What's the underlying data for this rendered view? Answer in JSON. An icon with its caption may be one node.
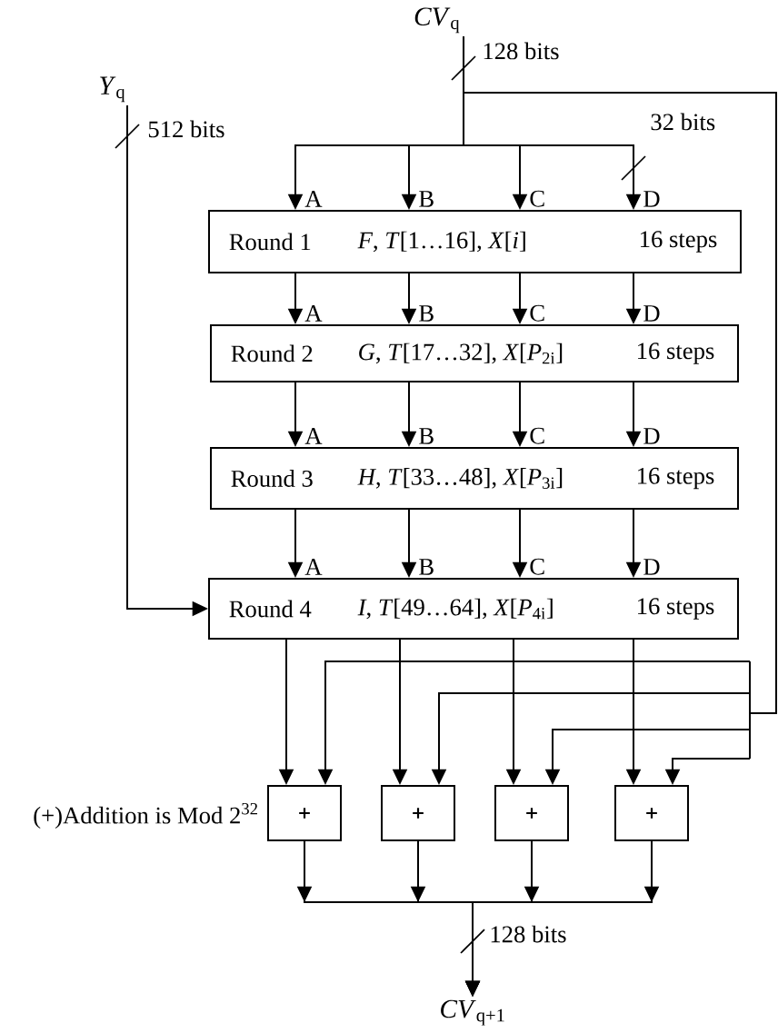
{
  "diagram": {
    "nodes": [
      {
        "text": [
          "*CV*$_{q}$"
        ]
      },
      {
        "text": [
          "*Y*$_{q}$"
        ]
      },
      {
        "text": [
          "Round 1",
          "*F*, *T*[1…16], *X*[*i*]",
          "16 steps"
        ]
      },
      {
        "text": [
          "Round 2",
          "*G*, *T*[17…32], *X*[*P*$_{2i}$]",
          "16 steps"
        ]
      },
      {
        "text": [
          "Round 3",
          "*H*, *T*[33…48], *X*[*P*$_{3i}$]",
          "16 steps"
        ]
      },
      {
        "text": [
          "Round 4",
          "*I*, *T*[49…64], *X*[*P*$_{4i}$]",
          "16 steps"
        ]
      },
      {
        "text": [
          "+"
        ]
      },
      {
        "text": [
          "+"
        ]
      },
      {
        "text": [
          "+"
        ]
      },
      {
        "text": [
          "+"
        ]
      },
      {
        "text": [
          "*CV*$_{q+1}$"
        ]
      }
    ],
    "edges": [
      {
        "from": 0,
        "to": 2,
        "arrow": "to",
        "label": "A"
      },
      {
        "from": 0,
        "to": 2,
        "arrow": "to",
        "label": "B"
      },
      {
        "from": 0,
        "to": 2,
        "arrow": "to",
        "label": "C"
      },
      {
        "from": 0,
        "to": 2,
        "arrow": "to",
        "label": "D"
      },
      {
        "from": 2,
        "to": 3,
        "arrow": "to",
        "label": "A"
      },
      {
        "from": 2,
        "to": 3,
        "arrow": "to",
        "label": "B"
      },
      {
        "from": 2,
        "to": 3,
        "arrow": "to",
        "label": "C"
      },
      {
        "from": 2,
        "to": 3,
        "arrow": "to",
        "label": "D"
      },
      {
        "from": 3,
        "to": 4,
        "arrow": "to",
        "label": "A"
      },
      {
        "from": 3,
        "to": 4,
        "arrow": "to",
        "label": "B"
      },
      {
        "from": 3,
        "to": 4,
        "arrow": "to",
        "label": "C"
      },
      {
        "from": 3,
        "to": 4,
        "arrow": "to",
        "label": "D"
      },
      {
        "from": 4,
        "to": 5,
        "arrow": "to",
        "label": "A"
      },
      {
        "from": 4,
        "to": 5,
        "arrow": "to",
        "label": "B"
      },
      {
        "from": 4,
        "to": 5,
        "arrow": "to",
        "label": "C"
      },
      {
        "from": 4,
        "to": 5,
        "arrow": "to",
        "label": "D"
      },
      {
        "from": 1,
        "to": 5,
        "arrow": "to"
      },
      {
        "from": 5,
        "to": 6,
        "arrow": "to"
      },
      {
        "from": 5,
        "to": 7,
        "arrow": "to"
      },
      {
        "from": 5,
        "to": 8,
        "arrow": "to"
      },
      {
        "from": 5,
        "to": 9,
        "arrow": "to"
      },
      {
        "from": 0,
        "to": 6,
        "arrow": "to"
      },
      {
        "from": 0,
        "to": 7,
        "arrow": "to"
      },
      {
        "from": 0,
        "to": 8,
        "arrow": "to"
      },
      {
        "from": 0,
        "to": 9,
        "arrow": "to"
      },
      {
        "from": 6,
        "to": 10,
        "arrow": "to"
      },
      {
        "from": 7,
        "to": 10,
        "arrow": "to"
      },
      {
        "from": 8,
        "to": 10,
        "arrow": "to"
      },
      {
        "from": 9,
        "to": 10,
        "arrow": "to"
      }
    ],
    "labels": [
      "128 bits",
      "512 bits",
      "32 bits",
      "(+)Addition is Mod 2$^{32}$",
      "128 bits"
    ]
  }
}
